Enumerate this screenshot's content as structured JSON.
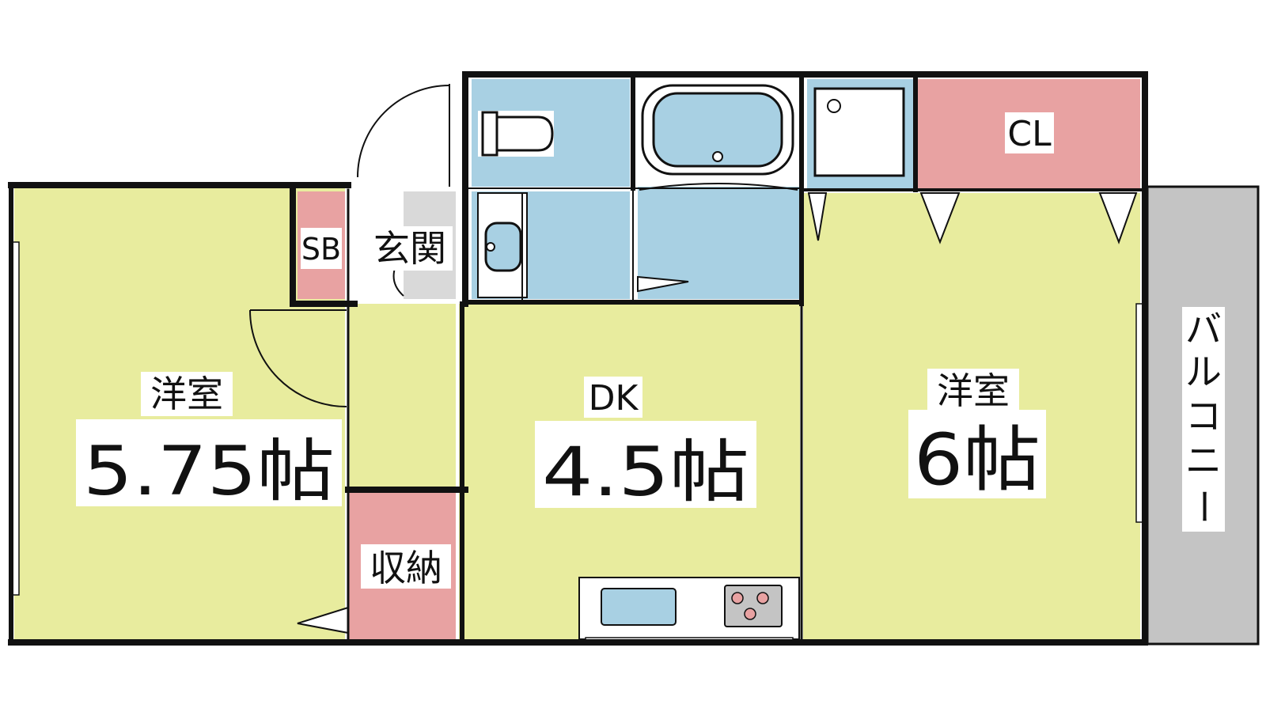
{
  "rooms": {
    "western_left": {
      "name": "洋室",
      "size": "5.75帖"
    },
    "dk": {
      "name": "DK",
      "size": "4.5帖"
    },
    "western_right": {
      "name": "洋室",
      "size": "6帖"
    },
    "entrance": "玄関",
    "shoe_box": "SB",
    "storage": "収納",
    "closet": "CL",
    "balcony": [
      "バ",
      "ル",
      "コ",
      "ニ",
      "ー"
    ]
  },
  "colors": {
    "living": "#e8ec9e",
    "water": "#a8d0e3",
    "storage": "#e8a2a2",
    "balcony": "#c4c4c4",
    "entrance": "#d9d9d9",
    "wall": "#111111"
  }
}
